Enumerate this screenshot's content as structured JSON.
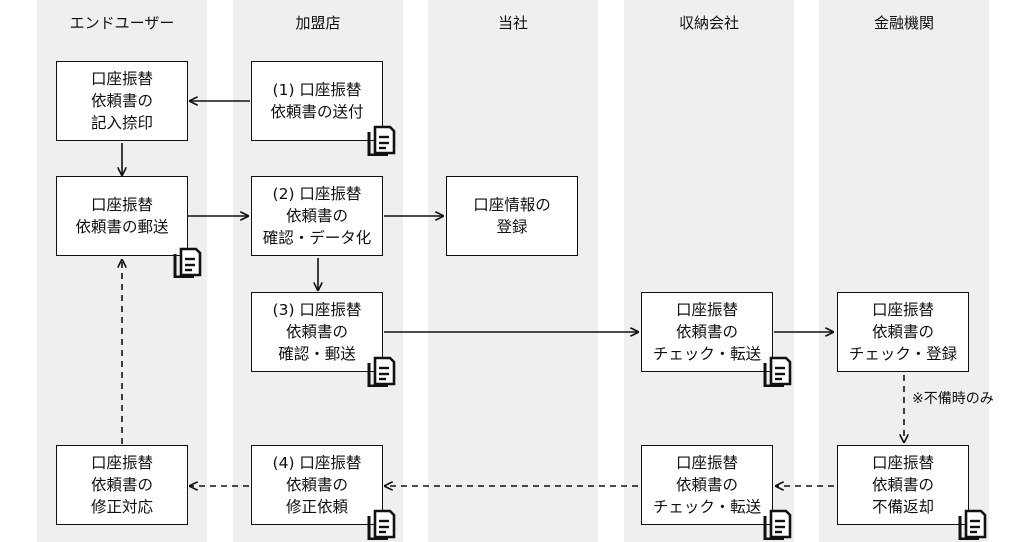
{
  "lanes": [
    "エンドユーザー",
    "加盟店",
    "当社",
    "収納会社",
    "金融機関"
  ],
  "boxes": {
    "eu1": [
      "口座振替",
      "依頼書の",
      "記入捺印"
    ],
    "eu2": [
      "口座振替",
      "依頼書の郵送"
    ],
    "eu3": [
      "口座振替",
      "依頼書の",
      "修正対応"
    ],
    "m1": [
      "(1) 口座振替",
      "依頼書の送付"
    ],
    "m2": [
      "(2) 口座振替",
      "依頼書の",
      "確認・データ化"
    ],
    "m3": [
      "(3) 口座振替",
      "依頼書の",
      "確認・郵送"
    ],
    "m4": [
      "(4) 口座振替",
      "依頼書の",
      "修正依頼"
    ],
    "co1": [
      "口座情報の",
      "登録"
    ],
    "col1": [
      "口座振替",
      "依頼書の",
      "チェック・転送"
    ],
    "col2": [
      "口座振替",
      "依頼書の",
      "チェック・転送"
    ],
    "fi1": [
      "口座振替",
      "依頼書の",
      "チェック・登録"
    ],
    "fi2": [
      "口座振替",
      "依頼書の",
      "不備返却"
    ]
  },
  "note": "※不備時のみ",
  "document_icon": "document-icon"
}
